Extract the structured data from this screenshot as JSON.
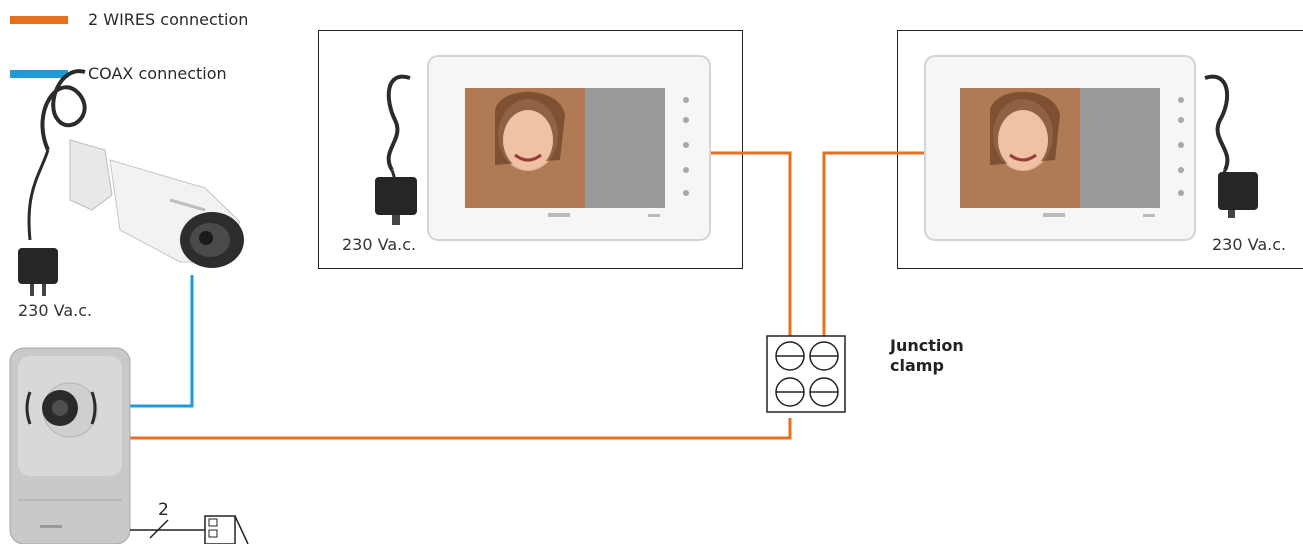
{
  "legend": {
    "items": [
      {
        "label": "2 WIRES connection",
        "color": "#e3711f"
      },
      {
        "label": "COAX connection",
        "color": "#1e9ad6"
      }
    ]
  },
  "power_labels": {
    "camera": "230 Va.c.",
    "monitor_left": "230 Va.c.",
    "monitor_right": "230 Va.c."
  },
  "junction": {
    "label_line1": "Junction",
    "label_line2": "clamp"
  },
  "lock_wire_count": "2",
  "colors": {
    "two_wire": "#e3711f",
    "coax": "#1e9ad6",
    "monitor_body": "#f4f4f4",
    "panel_body": "#c9c9c9"
  },
  "icons": [
    "camera-icon",
    "monitor-icon",
    "door-station-icon",
    "power-adapter-icon",
    "junction-clamp-icon",
    "door-lock-icon"
  ]
}
